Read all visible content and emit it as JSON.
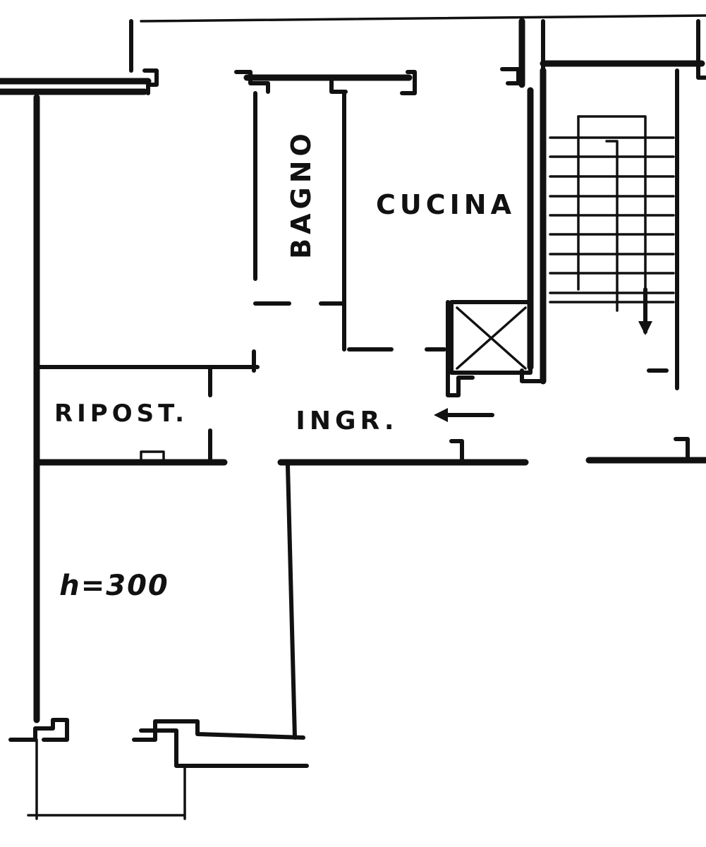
{
  "rooms": {
    "bagno": "BAGNO",
    "cucina": "CUCINA",
    "ripostiglio": "RIPOST.",
    "ingresso": "INGR."
  },
  "height_note": "h=300",
  "ink_color": "#111111",
  "icons": {
    "elevator": "elevator-cross-icon",
    "stairs": "stairs-icon",
    "entry_arrow": "arrow-left-icon",
    "stair_arrow": "arrow-down-icon"
  }
}
